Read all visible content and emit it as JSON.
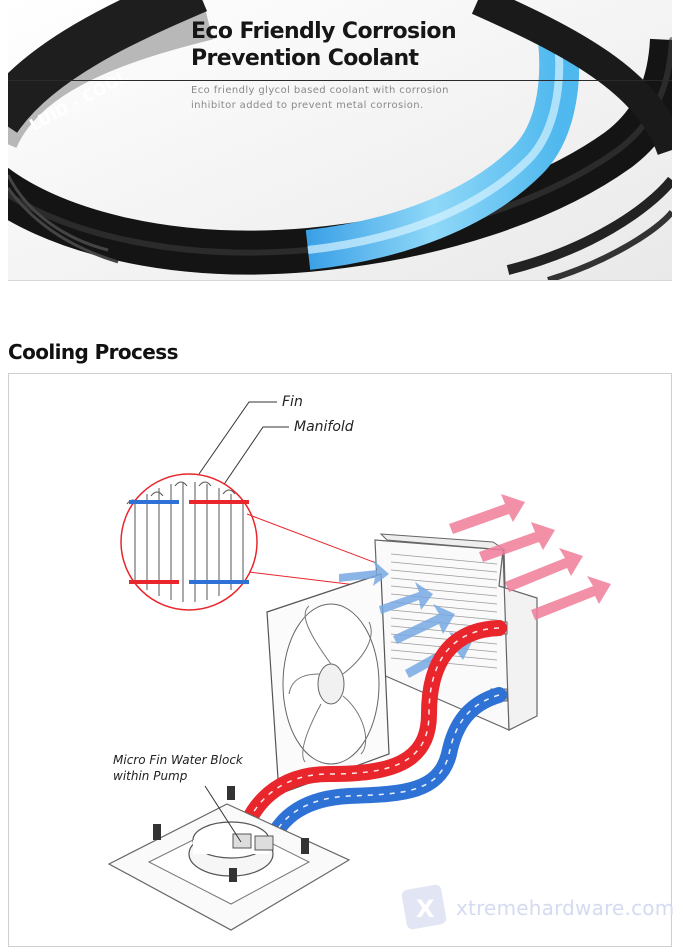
{
  "banner": {
    "title_line1": "Eco Friendly Corrosion",
    "title_line2": "Prevention Coolant",
    "desc_line1": "Eco friendly glycol based coolant with corrosion",
    "desc_line2": "inhibitor added to prevent metal corrosion.",
    "tube_print": "LUID - COOL"
  },
  "section": {
    "title": "Cooling Process"
  },
  "diagram": {
    "label_fin": "Fin",
    "label_manifold": "Manifold",
    "label_block_line1": "Micro Fin Water Block",
    "label_block_line2": "within Pump",
    "colors": {
      "hot": "#e8262c",
      "cold": "#2f72d6",
      "exhaust": "#f07d9a",
      "intake": "#77a9e3"
    },
    "icons": [
      "radiator-icon",
      "fan-icon",
      "pump-icon",
      "flow-arrow-icon"
    ]
  },
  "watermark": {
    "text": "xtremehardware.com",
    "icon": "x-logo-icon"
  }
}
